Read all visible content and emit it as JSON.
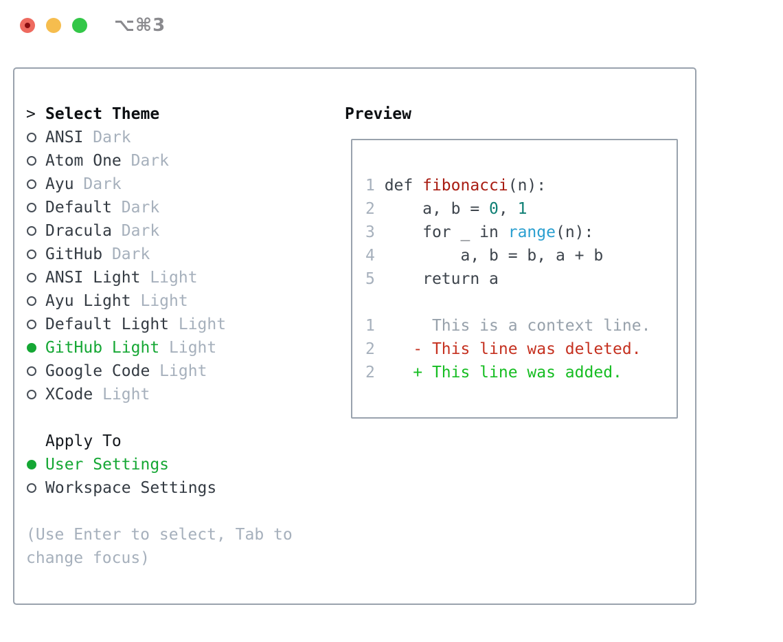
{
  "window": {
    "title": "⌥⌘3",
    "buttons": {
      "close": "close",
      "minimize": "minimize",
      "zoom": "zoom"
    }
  },
  "themes": {
    "cursor": ">",
    "header": "Select Theme",
    "items": [
      {
        "name": "ANSI",
        "variant": "Dark",
        "selected": false
      },
      {
        "name": "Atom One",
        "variant": "Dark",
        "selected": false
      },
      {
        "name": "Ayu",
        "variant": "Dark",
        "selected": false
      },
      {
        "name": "Default",
        "variant": "Dark",
        "selected": false
      },
      {
        "name": "Dracula",
        "variant": "Dark",
        "selected": false
      },
      {
        "name": "GitHub",
        "variant": "Dark",
        "selected": false
      },
      {
        "name": "ANSI Light",
        "variant": "Light",
        "selected": false
      },
      {
        "name": "Ayu Light",
        "variant": "Light",
        "selected": false
      },
      {
        "name": "Default Light",
        "variant": "Light",
        "selected": false
      },
      {
        "name": "GitHub Light",
        "variant": "Light",
        "selected": true
      },
      {
        "name": "Google Code",
        "variant": "Light",
        "selected": false
      },
      {
        "name": "XCode",
        "variant": "Light",
        "selected": false
      }
    ]
  },
  "apply_to": {
    "header": "Apply To",
    "options": [
      {
        "label": "User Settings",
        "selected": true
      },
      {
        "label": "Workspace Settings",
        "selected": false
      }
    ]
  },
  "hint": {
    "line1": "(Use Enter to select, Tab to",
    "line2": "change focus)"
  },
  "preview": {
    "header": "Preview",
    "code_lines": [
      [
        {
          "t": "1 ",
          "c": "ln"
        },
        {
          "t": "def ",
          "c": "code"
        },
        {
          "t": "fibonacci",
          "c": "func"
        },
        {
          "t": "(n):",
          "c": "code"
        }
      ],
      [
        {
          "t": "2 ",
          "c": "ln"
        },
        {
          "t": "    a, b = ",
          "c": "code"
        },
        {
          "t": "0",
          "c": "num"
        },
        {
          "t": ", ",
          "c": "code"
        },
        {
          "t": "1",
          "c": "num"
        }
      ],
      [
        {
          "t": "3 ",
          "c": "ln"
        },
        {
          "t": "    for _ in ",
          "c": "code"
        },
        {
          "t": "range",
          "c": "builtin"
        },
        {
          "t": "(n):",
          "c": "code"
        }
      ],
      [
        {
          "t": "4 ",
          "c": "ln"
        },
        {
          "t": "        a, b = b, a + b",
          "c": "code"
        }
      ],
      [
        {
          "t": "5 ",
          "c": "ln"
        },
        {
          "t": "    return a",
          "c": "code"
        }
      ],
      [],
      [
        {
          "t": "1 ",
          "c": "ln"
        },
        {
          "t": "     This is a context line.",
          "c": "ctx"
        }
      ],
      [
        {
          "t": "2 ",
          "c": "ln"
        },
        {
          "t": "   - This line was deleted.",
          "c": "del"
        }
      ],
      [
        {
          "t": "2 ",
          "c": "ln"
        },
        {
          "t": "   + This line was added.",
          "c": "add"
        }
      ]
    ]
  },
  "colors": {
    "accent-green": "#15a734",
    "added-green": "#16bd22",
    "deleted-red": "#c53120",
    "function-red": "#a81b11",
    "number-teal": "#0e7f74",
    "builtin-blue": "#2a9fd0",
    "code-dark": "#3d444c",
    "muted-gray": "#a6b0bc",
    "context-gray": "#97a1ab",
    "heading-black": "#0c0f12",
    "item-dark": "#343b43",
    "border-gray": "#99a2ad",
    "title-gray": "#8a8a8e",
    "light-red": "#ee6a5f",
    "light-yellow": "#f6bd4e",
    "light-green": "#33c748",
    "dot-dark-red": "#8a0d10"
  }
}
